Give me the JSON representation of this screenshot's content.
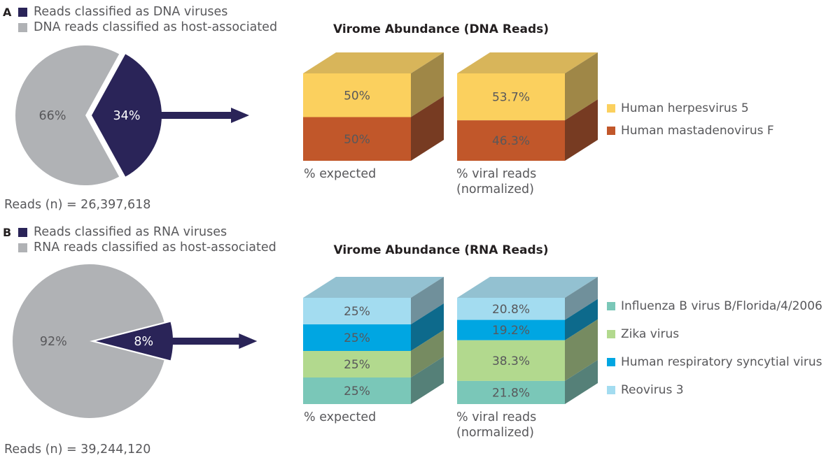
{
  "panels": [
    {
      "letter": "A",
      "legend_top": [
        {
          "label": "Reads classified as DNA viruses",
          "color": "#2a2458"
        },
        {
          "label": "DNA reads classified as host-associated",
          "color": "#b0b2b5"
        }
      ],
      "chart_title": "Virome Abundance (DNA Reads)",
      "reads_note": "Reads (n) = 26,397,618",
      "pie": {
        "virus_label": "34%",
        "host_label": "66%",
        "virus_value": 34,
        "host_value": 66,
        "virus_color": "#2a2458",
        "host_color": "#b0b2b5"
      },
      "bars": [
        {
          "axis_label": "% expected",
          "segments": [
            {
              "name": "Human herpesvirus 5",
              "label": "50%",
              "value": 50,
              "color": "#fbd05e"
            },
            {
              "name": "Human mastadenovirus F",
              "label": "50%",
              "value": 50,
              "color": "#c1572a"
            }
          ]
        },
        {
          "axis_label": "% viral reads\n(normalized)",
          "segments": [
            {
              "name": "Human herpesvirus 5",
              "label": "53.7%",
              "value": 53.7,
              "color": "#fbd05e"
            },
            {
              "name": "Human mastadenovirus F",
              "label": "46.3%",
              "value": 46.3,
              "color": "#c1572a"
            }
          ]
        }
      ],
      "legend_right": [
        {
          "label": "Human herpesvirus 5",
          "color": "#fbd05e"
        },
        {
          "label": "Human mastadenovirus F",
          "color": "#c1572a"
        }
      ]
    },
    {
      "letter": "B",
      "legend_top": [
        {
          "label": "Reads classified as RNA viruses",
          "color": "#2a2458"
        },
        {
          "label": "RNA reads classified as host-associated",
          "color": "#b0b2b5"
        }
      ],
      "chart_title": "Virome Abundance (RNA Reads)",
      "reads_note": "Reads (n) = 39,244,120",
      "pie": {
        "virus_label": "8%",
        "host_label": "92%",
        "virus_value": 8,
        "host_value": 92,
        "virus_color": "#2a2458",
        "host_color": "#b0b2b5"
      },
      "bars": [
        {
          "axis_label": "% expected",
          "segments": [
            {
              "name": "Reovirus 3",
              "label": "25%",
              "value": 25,
              "color": "#a3dcf0"
            },
            {
              "name": "Human respiratory syncytial virus",
              "label": "25%",
              "value": 25,
              "color": "#00a6e2"
            },
            {
              "name": "Zika virus",
              "label": "25%",
              "value": 25,
              "color": "#b2d98e"
            },
            {
              "name": "Influenza B virus B/Florida/4/2006",
              "label": "25%",
              "value": 25,
              "color": "#7ac7b8"
            }
          ]
        },
        {
          "axis_label": "% viral reads\n(normalized)",
          "segments": [
            {
              "name": "Reovirus 3",
              "label": "20.8%",
              "value": 20.8,
              "color": "#a3dcf0"
            },
            {
              "name": "Human respiratory syncytial virus",
              "label": "19.2%",
              "value": 19.2,
              "color": "#00a6e2"
            },
            {
              "name": "Zika virus",
              "label": "38.3%",
              "value": 38.3,
              "color": "#b2d98e"
            },
            {
              "name": "Influenza B virus B/Florida/4/2006",
              "label": "21.8%",
              "value": 21.8,
              "color": "#7ac7b8"
            }
          ]
        }
      ],
      "legend_right": [
        {
          "label": "Influenza B virus B/Florida/4/2006",
          "color": "#7ac7b8"
        },
        {
          "label": "Zika virus",
          "color": "#b2d98e"
        },
        {
          "label": "Human respiratory syncytial virus",
          "color": "#00a6e2"
        },
        {
          "label": "Reovirus 3",
          "color": "#a3dcf0"
        }
      ]
    }
  ],
  "chart_data": [
    {
      "type": "pie",
      "title": "DNA reads classification",
      "categories": [
        "DNA reads classified as host-associated",
        "Reads classified as DNA viruses"
      ],
      "values": [
        66,
        34
      ],
      "labels": [
        "66%",
        "34%"
      ],
      "annotation": "Reads (n) = 26,397,618",
      "legend_position": "top-left"
    },
    {
      "type": "bar",
      "title": "Virome Abundance (DNA Reads)",
      "categories": [
        "% expected",
        "% viral reads (normalized)"
      ],
      "stacked": true,
      "ylabel": "",
      "xlabel": "",
      "ylim": [
        0,
        100
      ],
      "grid": false,
      "legend_position": "right",
      "series": [
        {
          "name": "Human herpesvirus 5",
          "values": [
            50,
            53.7
          ]
        },
        {
          "name": "Human mastadenovirus F",
          "values": [
            50,
            46.3
          ]
        }
      ]
    },
    {
      "type": "pie",
      "title": "RNA reads classification",
      "categories": [
        "RNA reads classified as host-associated",
        "Reads classified as RNA viruses"
      ],
      "values": [
        92,
        8
      ],
      "labels": [
        "92%",
        "8%"
      ],
      "annotation": "Reads (n) = 39,244,120",
      "legend_position": "top-left"
    },
    {
      "type": "bar",
      "title": "Virome Abundance (RNA Reads)",
      "categories": [
        "% expected",
        "% viral reads (normalized)"
      ],
      "stacked": true,
      "ylabel": "",
      "xlabel": "",
      "ylim": [
        0,
        100
      ],
      "grid": false,
      "legend_position": "right",
      "series": [
        {
          "name": "Reovirus 3",
          "values": [
            25,
            20.8
          ]
        },
        {
          "name": "Human respiratory syncytial virus",
          "values": [
            25,
            19.2
          ]
        },
        {
          "name": "Zika virus",
          "values": [
            25,
            38.3
          ]
        },
        {
          "name": "Influenza B virus B/Florida/4/2006",
          "values": [
            25,
            21.8
          ]
        }
      ]
    }
  ]
}
